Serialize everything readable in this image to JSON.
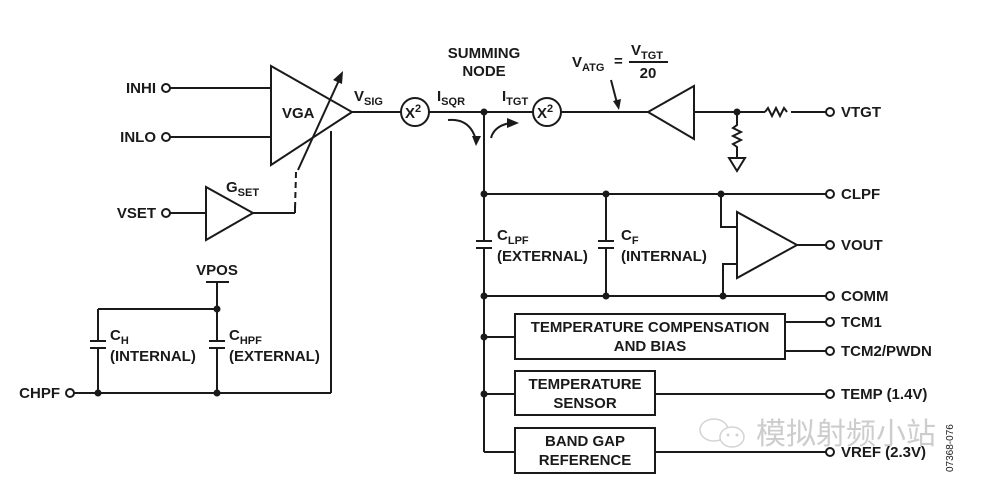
{
  "diagram": {
    "type": "block-diagram",
    "pins": {
      "inhi": "INHI",
      "inlo": "INLO",
      "vset": "VSET",
      "chpf": "CHPF",
      "vpos": "VPOS",
      "vtgt": "VTGT",
      "clpf": "CLPF",
      "vout": "VOUT",
      "comm": "COMM",
      "tcm1": "TCM1",
      "tcm2": "TCM2/PWDN",
      "temp": "TEMP (1.4V)",
      "vref": "VREF (2.3V)"
    },
    "blocks": {
      "vga": "VGA",
      "gset_main": "G",
      "gset_sub": "SET",
      "squarer1_main": "X",
      "squarer1_sup": "2",
      "squarer2_main": "X",
      "squarer2_sup": "2",
      "temp_comp_line1": "TEMPERATURE COMPENSATION",
      "temp_comp_line2": "AND BIAS",
      "temp_sensor_line1": "TEMPERATURE",
      "temp_sensor_line2": "SENSOR",
      "bandgap_line1": "BAND GAP",
      "bandgap_line2": "REFERENCE"
    },
    "signals": {
      "vsig_main": "V",
      "vsig_sub": "SIG",
      "isqr_main": "I",
      "isqr_sub": "SQR",
      "itgt_main": "I",
      "itgt_sub": "TGT",
      "summing_line1": "SUMMING",
      "summing_line2": "NODE",
      "vatg_main": "V",
      "vatg_sub": "ATG",
      "vatg_eq": "=",
      "vtgt_num_main": "V",
      "vtgt_num_sub": "TGT",
      "vtgt_den": "20"
    },
    "capacitors": {
      "ch_main": "C",
      "ch_sub": "H",
      "ch_note": "(INTERNAL)",
      "chpf_main": "C",
      "chpf_sub": "HPF",
      "chpf_note": "(EXTERNAL)",
      "clpf_main": "C",
      "clpf_sub": "LPF",
      "clpf_note": "(EXTERNAL)",
      "cf_main": "C",
      "cf_sub": "F",
      "cf_note": "(INTERNAL)"
    },
    "figure_id": "07368-076",
    "watermark": "模拟射频小站"
  }
}
